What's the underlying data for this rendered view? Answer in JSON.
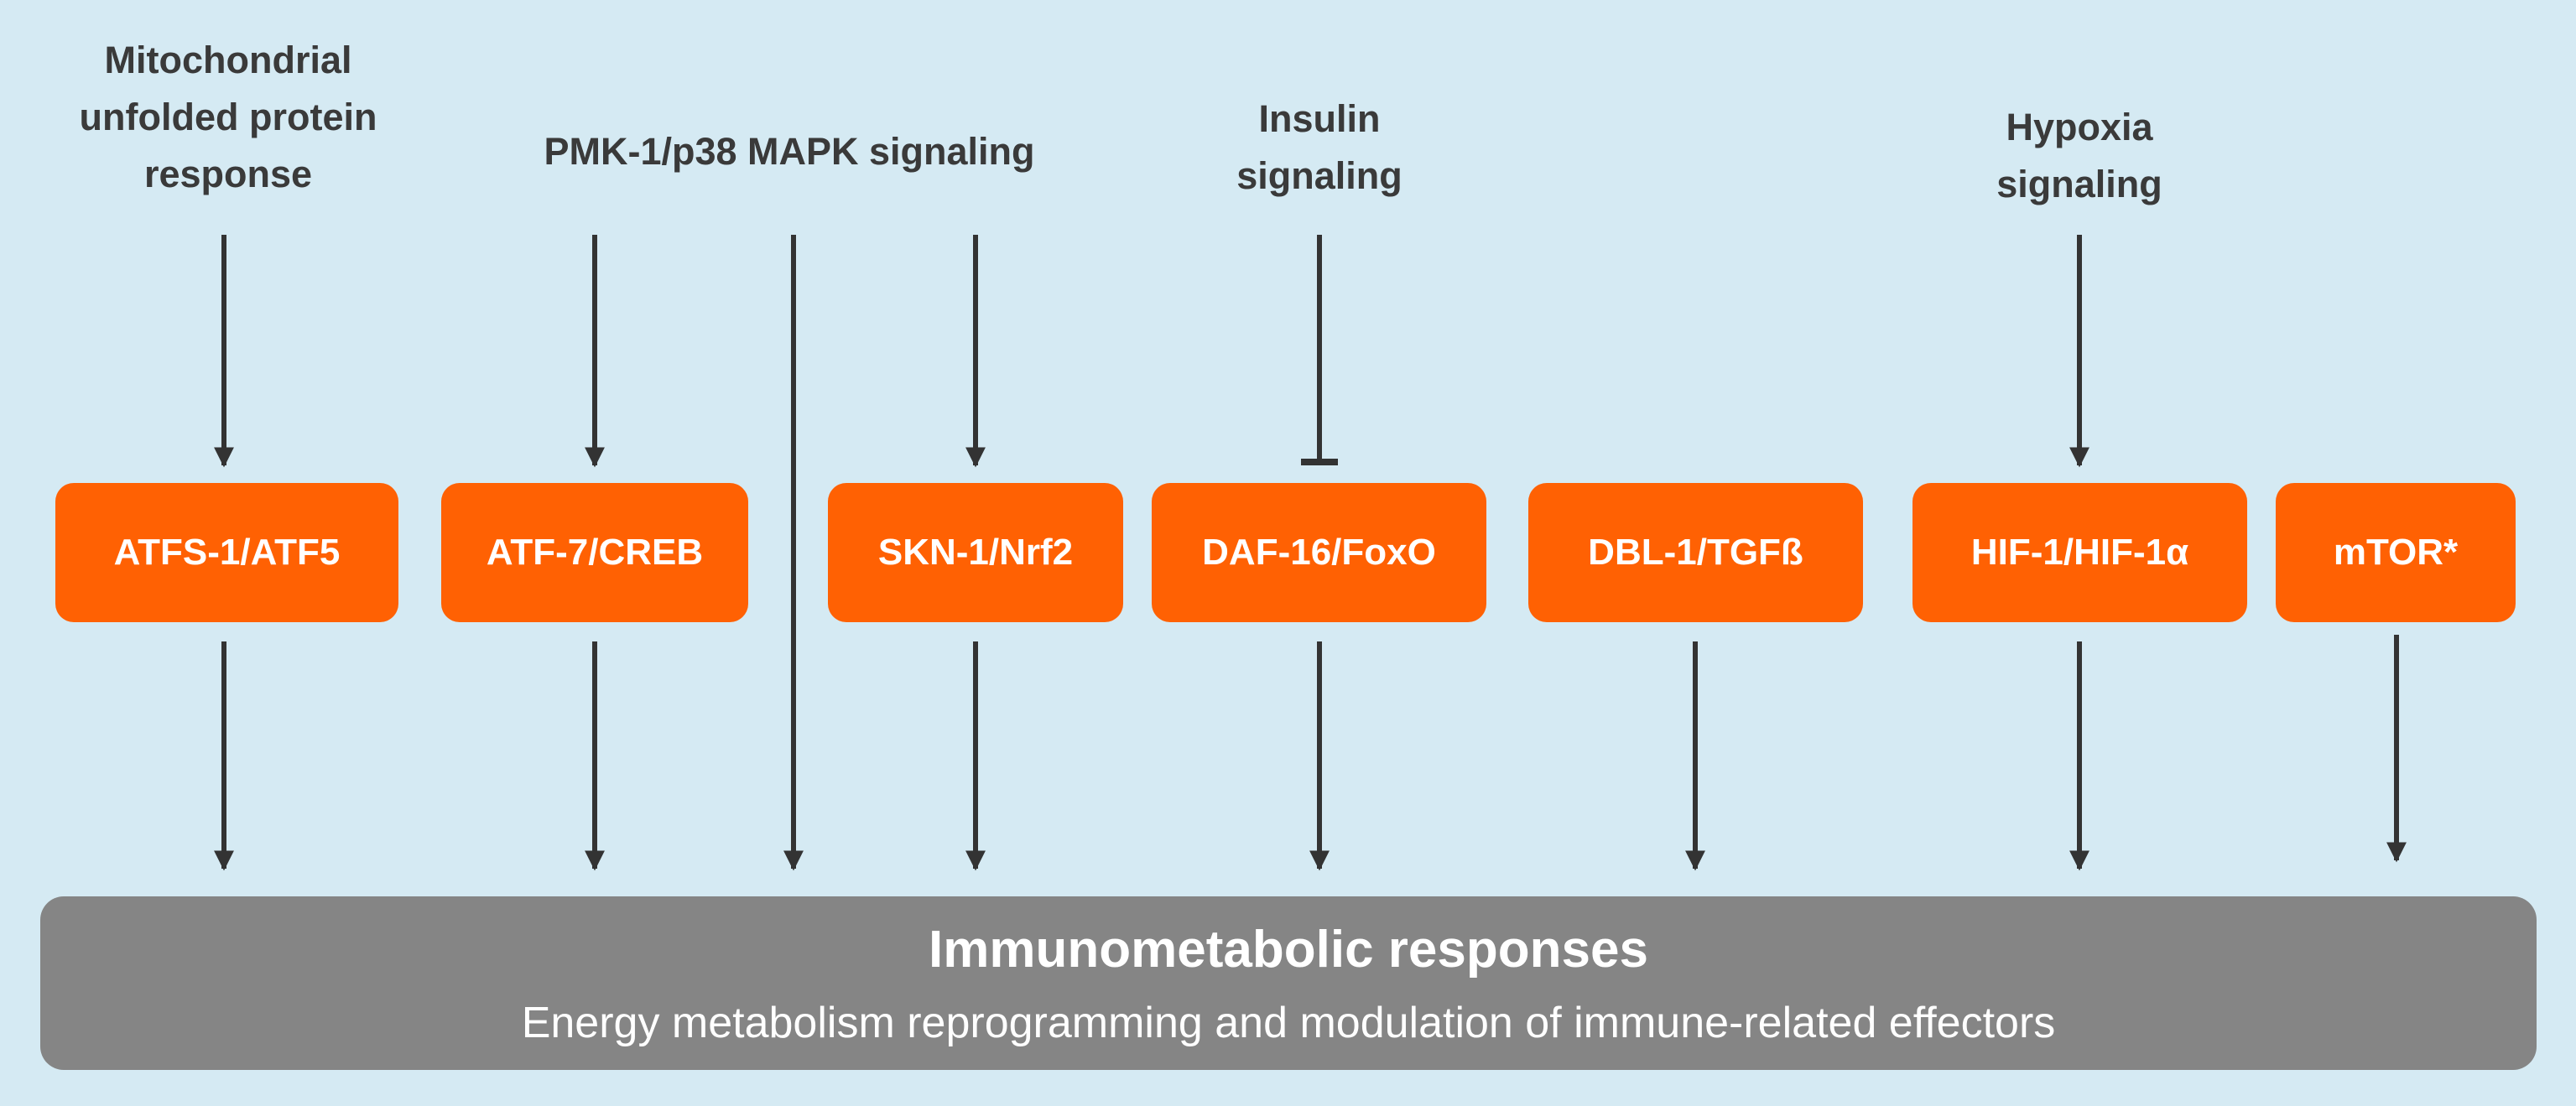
{
  "pathways": {
    "mito_upr": "Mitochondrial\nunfolded protein\nresponse",
    "pmk1": "PMK-1/p38 MAPK signaling",
    "insulin": "Insulin\nsignaling",
    "hypoxia": "Hypoxia\nsignaling"
  },
  "nodes": {
    "atfs1": "ATFS-1/ATF5",
    "atf7": "ATF-7/CREB",
    "skn1": "SKN-1/Nrf2",
    "daf16": "DAF-16/FoxO",
    "dbl1": "DBL-1/TGFß",
    "hif1": "HIF-1/HIF-1α",
    "mtor": "mTOR*"
  },
  "outcome": {
    "title": "Immunometabolic responses",
    "subtitle": "Energy metabolism reprogramming and modulation of immune-related effectors"
  },
  "colors": {
    "background": "#d5eaf3",
    "node_fill": "#ff6103",
    "outcome_fill": "#858585",
    "arrow": "#333333",
    "header_text": "#3a3a3a"
  }
}
